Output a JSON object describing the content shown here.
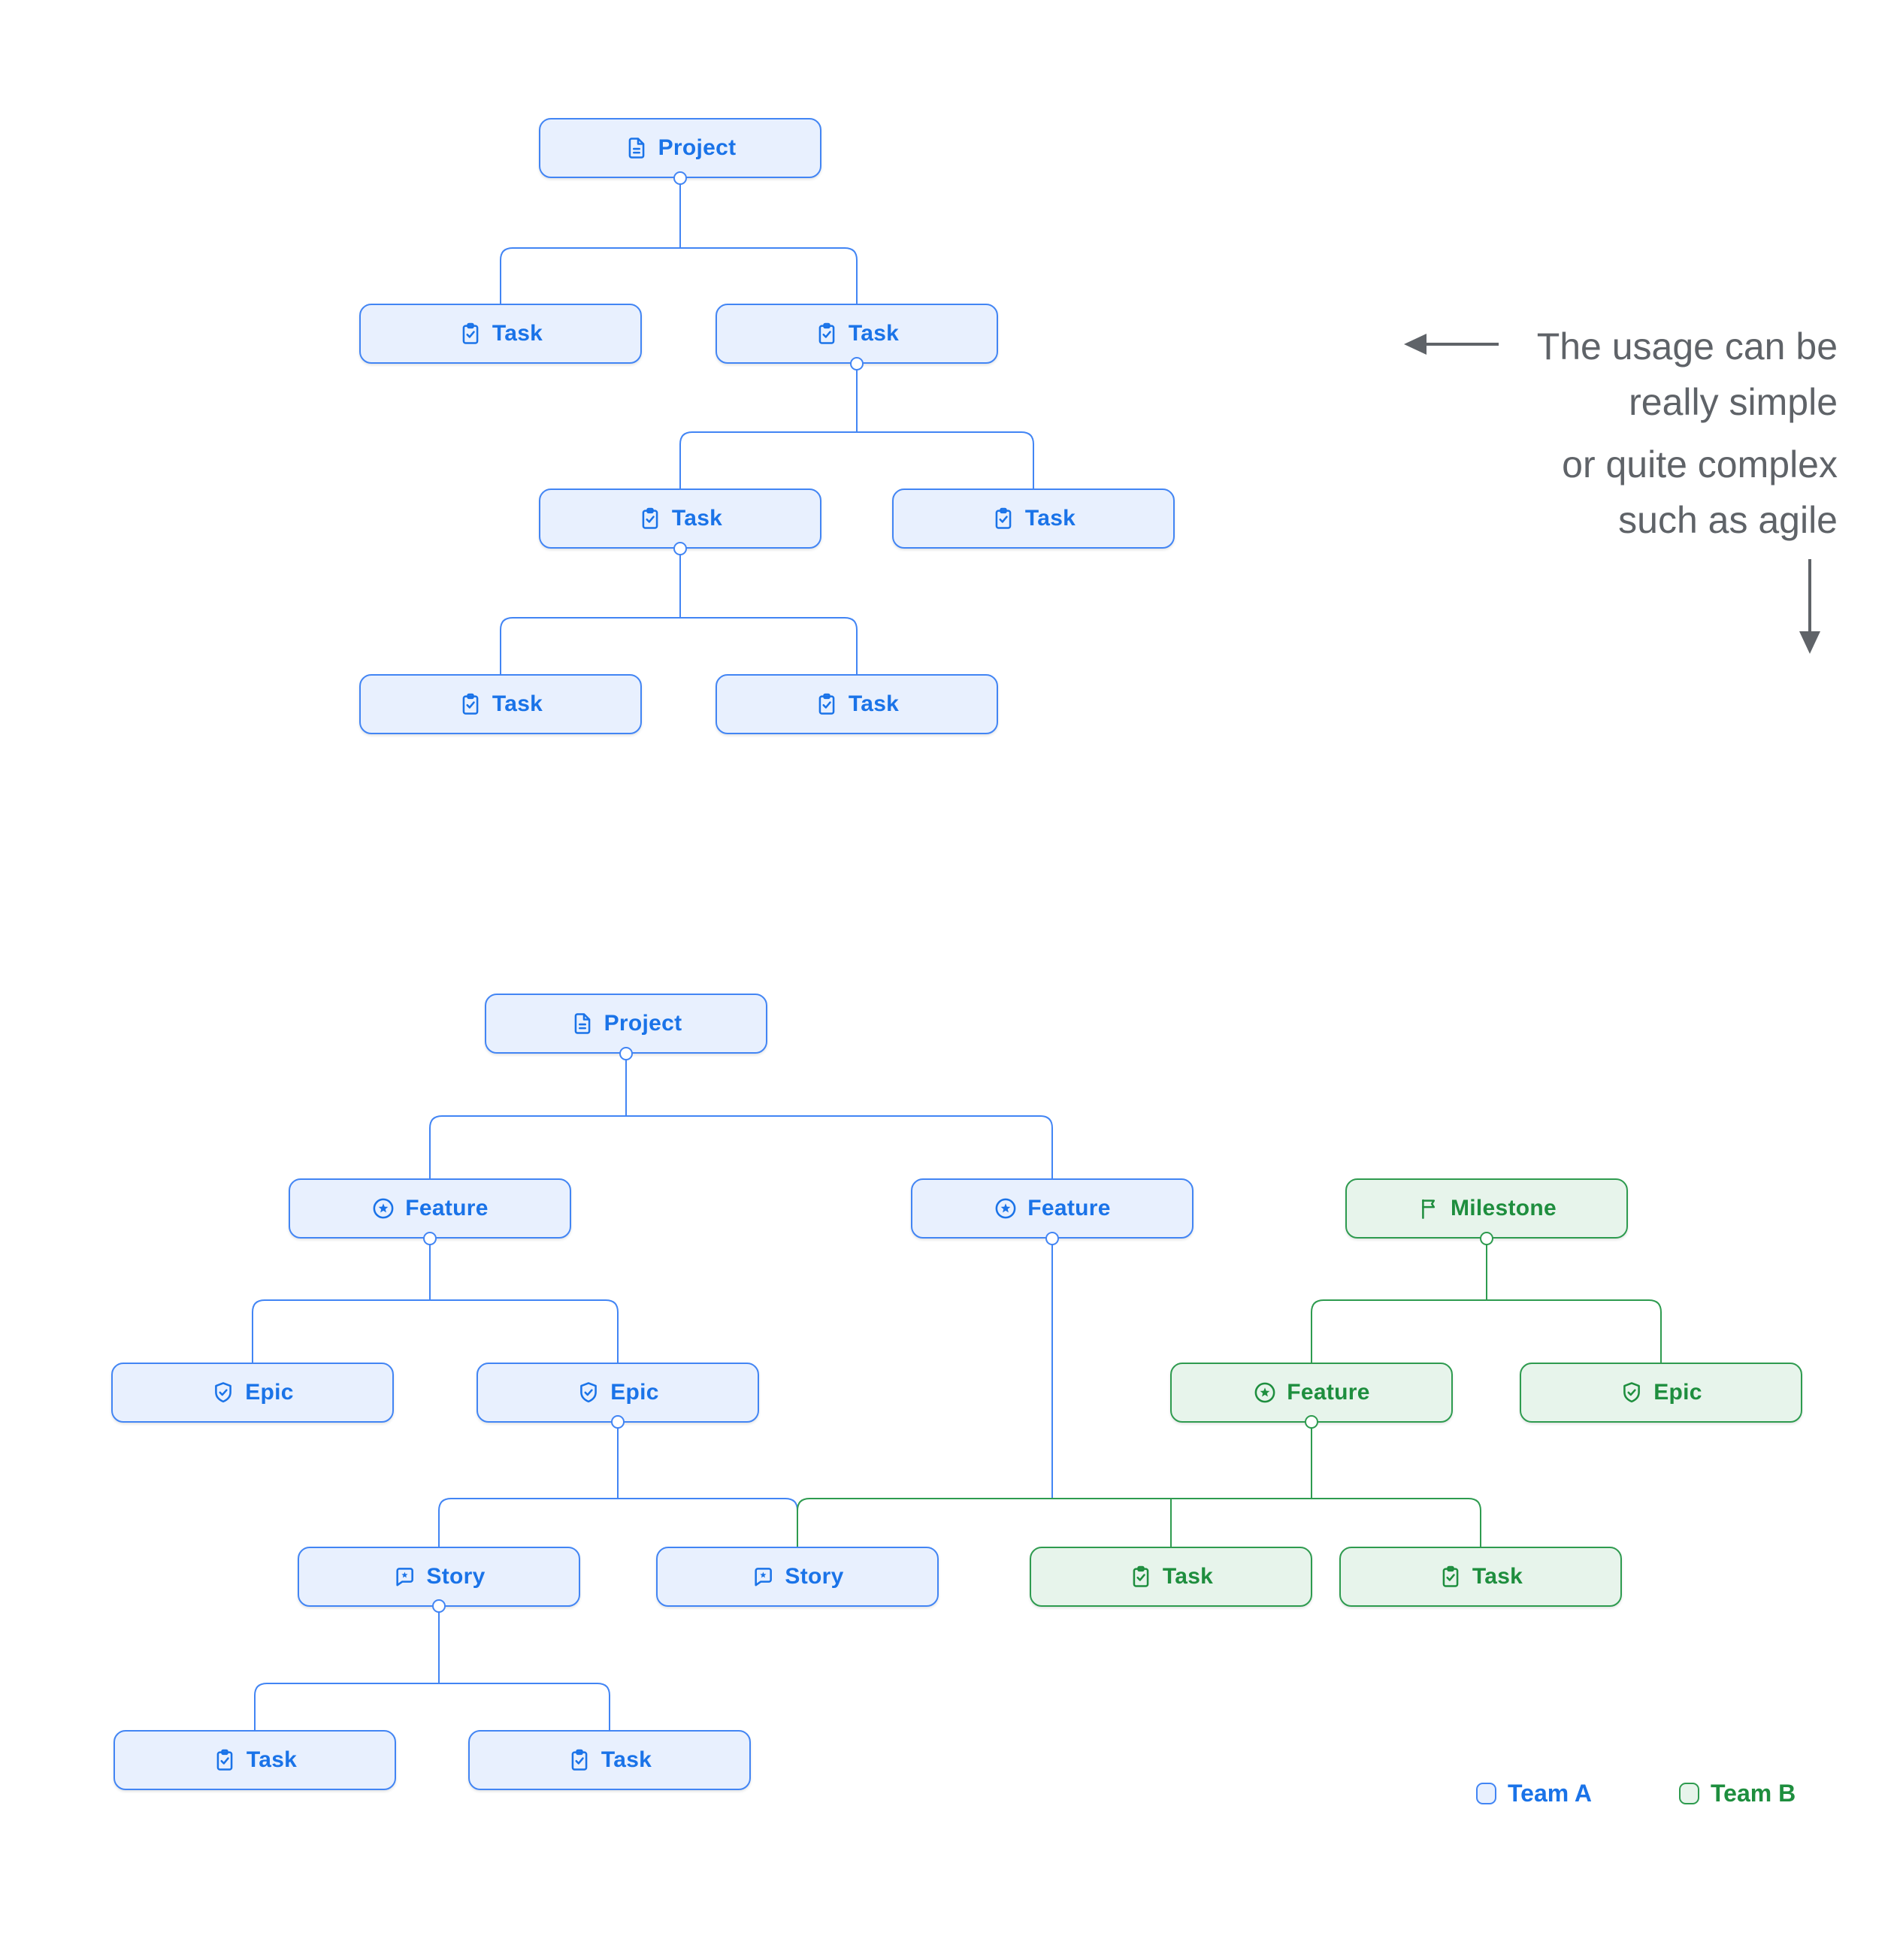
{
  "annotation": {
    "lines": [
      "The usage can be",
      "really simple",
      "or quite complex",
      "such as agile"
    ],
    "text_color": "#5F6368"
  },
  "legend": {
    "team_a_label": "Team A",
    "team_b_label": "Team B"
  },
  "colors": {
    "team_a_line": "#4285F4",
    "team_a_fill": "#E8F0FE",
    "team_a_text": "#1A73E8",
    "team_b_line": "#2E9B4F",
    "team_b_fill": "#E7F4EB",
    "team_b_text": "#1E8E3E",
    "divider_dots": "#AEB2B8"
  },
  "icons": {
    "project": "document-icon",
    "task": "clipboard-check-icon",
    "feature": "star-circle-icon",
    "epic": "shield-check-icon",
    "story": "story-bubble-star-icon",
    "milestone": "flag-icon",
    "annotation_left": "left-arrow-icon",
    "annotation_down": "down-arrow-icon"
  },
  "trees": {
    "simple": {
      "team": "A",
      "nodes": [
        {
          "id": "project",
          "type": "project",
          "label": "Project",
          "team": "A"
        },
        {
          "id": "task1",
          "type": "task",
          "label": "Task",
          "team": "A"
        },
        {
          "id": "task2",
          "type": "task",
          "label": "Task",
          "team": "A"
        },
        {
          "id": "task3",
          "type": "task",
          "label": "Task",
          "team": "A"
        },
        {
          "id": "task4",
          "type": "task",
          "label": "Task",
          "team": "A"
        },
        {
          "id": "task5",
          "type": "task",
          "label": "Task",
          "team": "A"
        },
        {
          "id": "task6",
          "type": "task",
          "label": "Task",
          "team": "A"
        }
      ],
      "edges": [
        [
          "project",
          "task1"
        ],
        [
          "project",
          "task2"
        ],
        [
          "task2",
          "task3"
        ],
        [
          "task2",
          "task4"
        ],
        [
          "task3",
          "task5"
        ],
        [
          "task3",
          "task6"
        ]
      ]
    },
    "complex": {
      "nodes": [
        {
          "id": "project",
          "type": "project",
          "label": "Project",
          "team": "A"
        },
        {
          "id": "feature_a1",
          "type": "feature",
          "label": "Feature",
          "team": "A"
        },
        {
          "id": "feature_a2",
          "type": "feature",
          "label": "Feature",
          "team": "A"
        },
        {
          "id": "milestone",
          "type": "milestone",
          "label": "Milestone",
          "team": "B"
        },
        {
          "id": "epic_a1",
          "type": "epic",
          "label": "Epic",
          "team": "A"
        },
        {
          "id": "epic_a2",
          "type": "epic",
          "label": "Epic",
          "team": "A"
        },
        {
          "id": "feature_b",
          "type": "feature",
          "label": "Feature",
          "team": "B"
        },
        {
          "id": "epic_b",
          "type": "epic",
          "label": "Epic",
          "team": "B"
        },
        {
          "id": "story1",
          "type": "story",
          "label": "Story",
          "team": "A"
        },
        {
          "id": "story2",
          "type": "story",
          "label": "Story",
          "team": "A"
        },
        {
          "id": "task_b1",
          "type": "task",
          "label": "Task",
          "team": "B"
        },
        {
          "id": "task_b2",
          "type": "task",
          "label": "Task",
          "team": "B"
        },
        {
          "id": "task_a1",
          "type": "task",
          "label": "Task",
          "team": "A"
        },
        {
          "id": "task_a2",
          "type": "task",
          "label": "Task",
          "team": "A"
        }
      ],
      "edges": [
        [
          "project",
          "feature_a1"
        ],
        [
          "project",
          "feature_a2"
        ],
        [
          "feature_a1",
          "epic_a1"
        ],
        [
          "feature_a1",
          "epic_a2"
        ],
        [
          "milestone",
          "feature_b"
        ],
        [
          "milestone",
          "epic_b"
        ],
        [
          "epic_a2",
          "story1"
        ],
        [
          "epic_a2",
          "story2"
        ],
        [
          "feature_a2",
          "story2"
        ],
        [
          "feature_a2",
          "task_b1"
        ],
        [
          "feature_a2",
          "task_b2"
        ],
        [
          "feature_b",
          "story2"
        ],
        [
          "feature_b",
          "task_b1"
        ],
        [
          "feature_b",
          "task_b2"
        ],
        [
          "story1",
          "task_a1"
        ],
        [
          "story1",
          "task_a2"
        ]
      ]
    }
  }
}
